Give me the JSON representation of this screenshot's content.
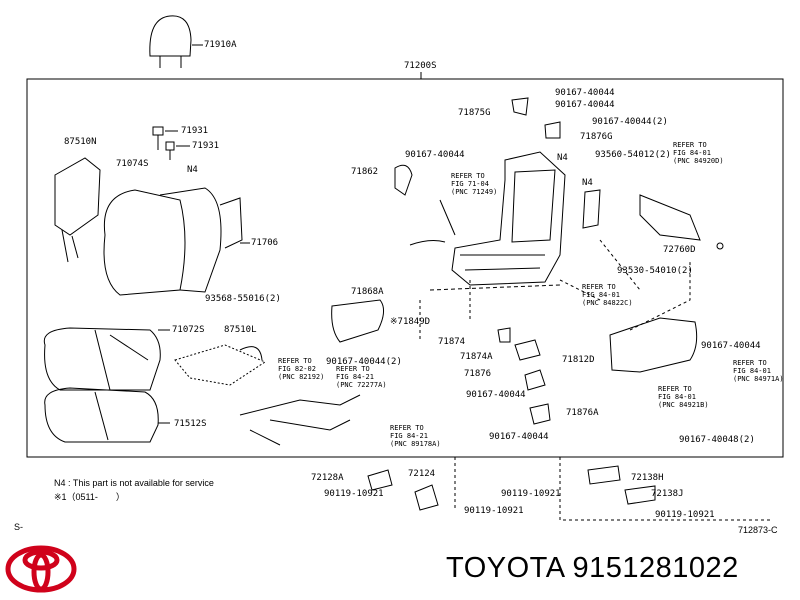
{
  "diagram": {
    "assembly_label": "71200S",
    "headrest_label": "71910A",
    "corner_left": "S-",
    "drawing_code": "712873-C",
    "notes": {
      "n4": "N4 : This part is not available for service",
      "ref1": "※1（0511-　　）"
    },
    "parts": [
      {
        "id": "87510N",
        "text": "87510N"
      },
      {
        "id": "71931a",
        "text": "71931"
      },
      {
        "id": "71931b",
        "text": "71931"
      },
      {
        "id": "71074S",
        "text": "71074S"
      },
      {
        "id": "N4a",
        "text": "N4"
      },
      {
        "id": "71706",
        "text": "71706"
      },
      {
        "id": "93568",
        "text": "93568-55016(2)"
      },
      {
        "id": "71072S",
        "text": "71072S"
      },
      {
        "id": "87510L",
        "text": "87510L"
      },
      {
        "id": "71512S",
        "text": "71512S"
      },
      {
        "id": "90167a",
        "text": "90167-40044"
      },
      {
        "id": "90167b",
        "text": "90167-40044"
      },
      {
        "id": "71875G",
        "text": "71875G"
      },
      {
        "id": "90167c",
        "text": "90167-40044(2)"
      },
      {
        "id": "71876G",
        "text": "71876G"
      },
      {
        "id": "90167d",
        "text": "90167-40044"
      },
      {
        "id": "N4b",
        "text": "N4"
      },
      {
        "id": "93560",
        "text": "93560-54012(2)"
      },
      {
        "id": "71862",
        "text": "71862"
      },
      {
        "id": "N4c",
        "text": "N4"
      },
      {
        "id": "72760D",
        "text": "72760D"
      },
      {
        "id": "93530",
        "text": "93530-54010(2)"
      },
      {
        "id": "71868A",
        "text": "71868A"
      },
      {
        "id": "71849",
        "text": "※71849D"
      },
      {
        "id": "90167e",
        "text": "90167-40044(2)"
      },
      {
        "id": "71874",
        "text": "71874"
      },
      {
        "id": "71874A",
        "text": "71874A"
      },
      {
        "id": "71812D",
        "text": "71812D"
      },
      {
        "id": "90167f",
        "text": "90167-40044"
      },
      {
        "id": "71876",
        "text": "71876"
      },
      {
        "id": "90167g",
        "text": "90167-40044"
      },
      {
        "id": "71876A",
        "text": "71876A"
      },
      {
        "id": "90167h",
        "text": "90167-40044"
      },
      {
        "id": "90167i",
        "text": "90167-40048(2)"
      },
      {
        "id": "72128A",
        "text": "72128A"
      },
      {
        "id": "72124",
        "text": "72124"
      },
      {
        "id": "72138H",
        "text": "72138H"
      },
      {
        "id": "90119a",
        "text": "90119-10921"
      },
      {
        "id": "90119b",
        "text": "90119-10921"
      },
      {
        "id": "90119c",
        "text": "90119-10921"
      },
      {
        "id": "72138J",
        "text": "72138J"
      },
      {
        "id": "90119d",
        "text": "90119-10921"
      }
    ],
    "refs": [
      {
        "id": "ref7104",
        "text": "REFER TO\nFIG 71-04\n(PNC 71249)"
      },
      {
        "id": "ref8401a",
        "text": "REFER TO\nFIG 84-01\n(PNC 84920D)"
      },
      {
        "id": "ref8401b",
        "text": "REFER TO\nFIG 84-01\n(PNC 84822C)"
      },
      {
        "id": "ref8202",
        "text": "REFER TO\nFIG 82-02\n(PNC 82192)"
      },
      {
        "id": "ref8421a",
        "text": "REFER TO\nFIG 84-21\n(PNC 72277A)"
      },
      {
        "id": "ref8421b",
        "text": "REFER TO\nFIG 84-21\n(PNC 89178A)"
      },
      {
        "id": "ref8401c",
        "text": "REFER TO\nFIG 84-01\n(PNC 84971A)"
      },
      {
        "id": "ref8401d",
        "text": "REFER TO\nFIG 84-01\n(PNC 84921B)"
      }
    ]
  },
  "brand": {
    "name": "TOYOTA",
    "part_number": "9151281022",
    "logo_color": "#d0021b"
  }
}
